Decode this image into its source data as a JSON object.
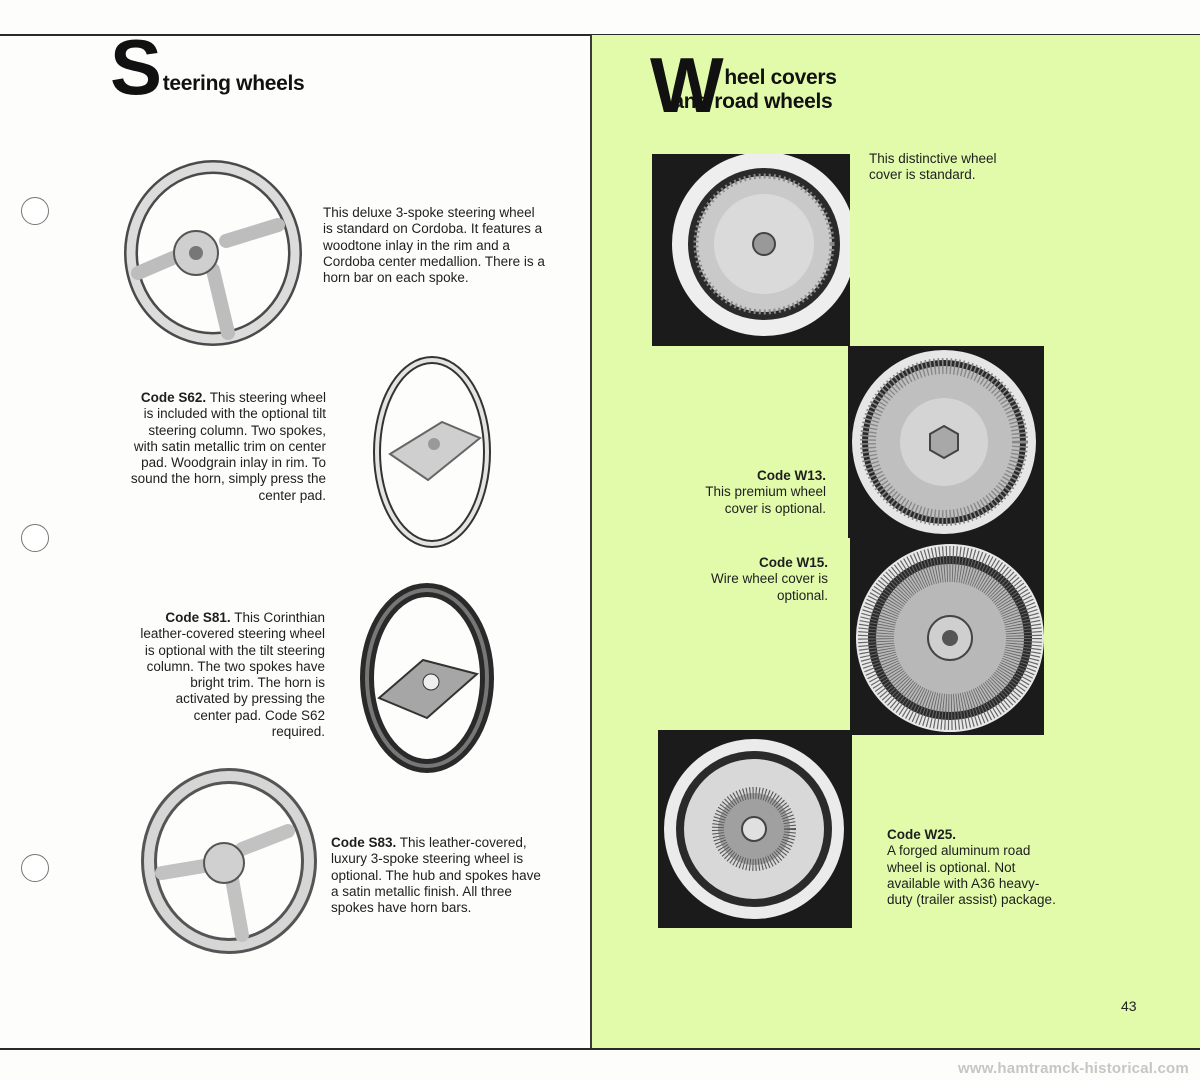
{
  "left": {
    "title_initial": "S",
    "title_rest": "teering wheels",
    "items": [
      {
        "code": "",
        "text": "This deluxe 3-spoke steering wheel is standard on Cordoba. It features a woodtone inlay in the rim and a Cordoba center medallion. There is a horn bar on each spoke."
      },
      {
        "code": "Code S62.",
        "text": "This steering wheel is included with the optional tilt steering column. Two spokes, with satin metallic trim on center pad. Woodgrain inlay in rim. To sound the horn, simply press the center pad."
      },
      {
        "code": "Code S81.",
        "text": "This Corinthian leather-covered steering wheel is optional with the tilt steering column. The two spokes have bright trim. The horn is activated by pressing the center pad. Code S62 required."
      },
      {
        "code": "Code S83.",
        "text": "This leather-covered, luxury 3-spoke steering wheel is optional. The hub and spokes have a satin metallic finish. All three spokes have horn bars."
      }
    ]
  },
  "right": {
    "title_initial": "W",
    "title_line1": "heel covers",
    "title_line2": "and road wheels",
    "items": [
      {
        "code": "",
        "text": "This distinctive wheel cover is standard."
      },
      {
        "code": "Code W13.",
        "text": "This premium wheel cover is optional."
      },
      {
        "code": "Code W15.",
        "text": "Wire wheel cover is optional."
      },
      {
        "code": "Code W25.",
        "text": "A forged aluminum road wheel is optional. Not available with A36 heavy-duty (trailer assist) package."
      }
    ]
  },
  "page_number": "43",
  "watermark": "www.hamtramck-historical.com"
}
